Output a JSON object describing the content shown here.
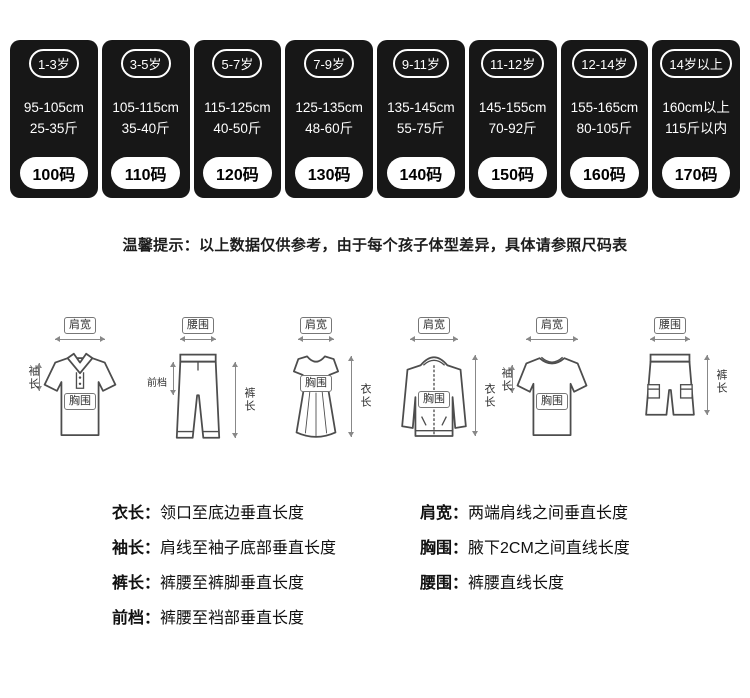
{
  "size_table": {
    "columns": [
      {
        "age": "1-3岁",
        "height": "95-105cm",
        "weight": "25-35斤",
        "size": "100码"
      },
      {
        "age": "3-5岁",
        "height": "105-115cm",
        "weight": "35-40斤",
        "size": "110码"
      },
      {
        "age": "5-7岁",
        "height": "115-125cm",
        "weight": "40-50斤",
        "size": "120码"
      },
      {
        "age": "7-9岁",
        "height": "125-135cm",
        "weight": "48-60斤",
        "size": "130码"
      },
      {
        "age": "9-11岁",
        "height": "135-145cm",
        "weight": "55-75斤",
        "size": "140码"
      },
      {
        "age": "11-12岁",
        "height": "145-155cm",
        "weight": "70-92斤",
        "size": "150码"
      },
      {
        "age": "12-14岁",
        "height": "155-165cm",
        "weight": "80-105斤",
        "size": "160码"
      },
      {
        "age": "14岁以上",
        "height": "160cm以上",
        "weight": "115斤以内",
        "size": "170码"
      }
    ]
  },
  "tip": "温馨提示：以上数据仅供参考，由于每个孩子体型差异，具体请参照尺码表",
  "diagrams": [
    {
      "labels": {
        "top": "肩宽",
        "left": "袖长",
        "center": "胸围"
      }
    },
    {
      "labels": {
        "top": "腰围",
        "left": "前档",
        "right": "裤长"
      }
    },
    {
      "labels": {
        "top": "肩宽",
        "center": "胸围",
        "right": "衣长"
      }
    },
    {
      "labels": {
        "top": "肩宽",
        "center": "胸围",
        "right": "衣长"
      }
    },
    {
      "labels": {
        "top": "肩宽",
        "left": "袖长",
        "center": "胸围"
      }
    },
    {
      "labels": {
        "top": "腰围",
        "right": "裤长"
      }
    }
  ],
  "definitions": {
    "left": [
      {
        "term": "衣长：",
        "text": "领口至底边垂直长度"
      },
      {
        "term": "袖长：",
        "text": "肩线至袖子底部垂直长度"
      },
      {
        "term": "裤长：",
        "text": "裤腰至裤脚垂直长度"
      },
      {
        "term": "前档：",
        "text": "裤腰至裆部垂直长度"
      }
    ],
    "right": [
      {
        "term": "肩宽：",
        "text": "两端肩线之间垂直长度"
      },
      {
        "term": "胸围：",
        "text": "腋下2CM之间直线长度"
      },
      {
        "term": "腰围：",
        "text": "裤腰直线长度"
      }
    ]
  },
  "colors": {
    "column_bg": "#171717",
    "column_text": "#ffffff",
    "badge_bg": "#ffffff",
    "badge_text": "#000000"
  }
}
